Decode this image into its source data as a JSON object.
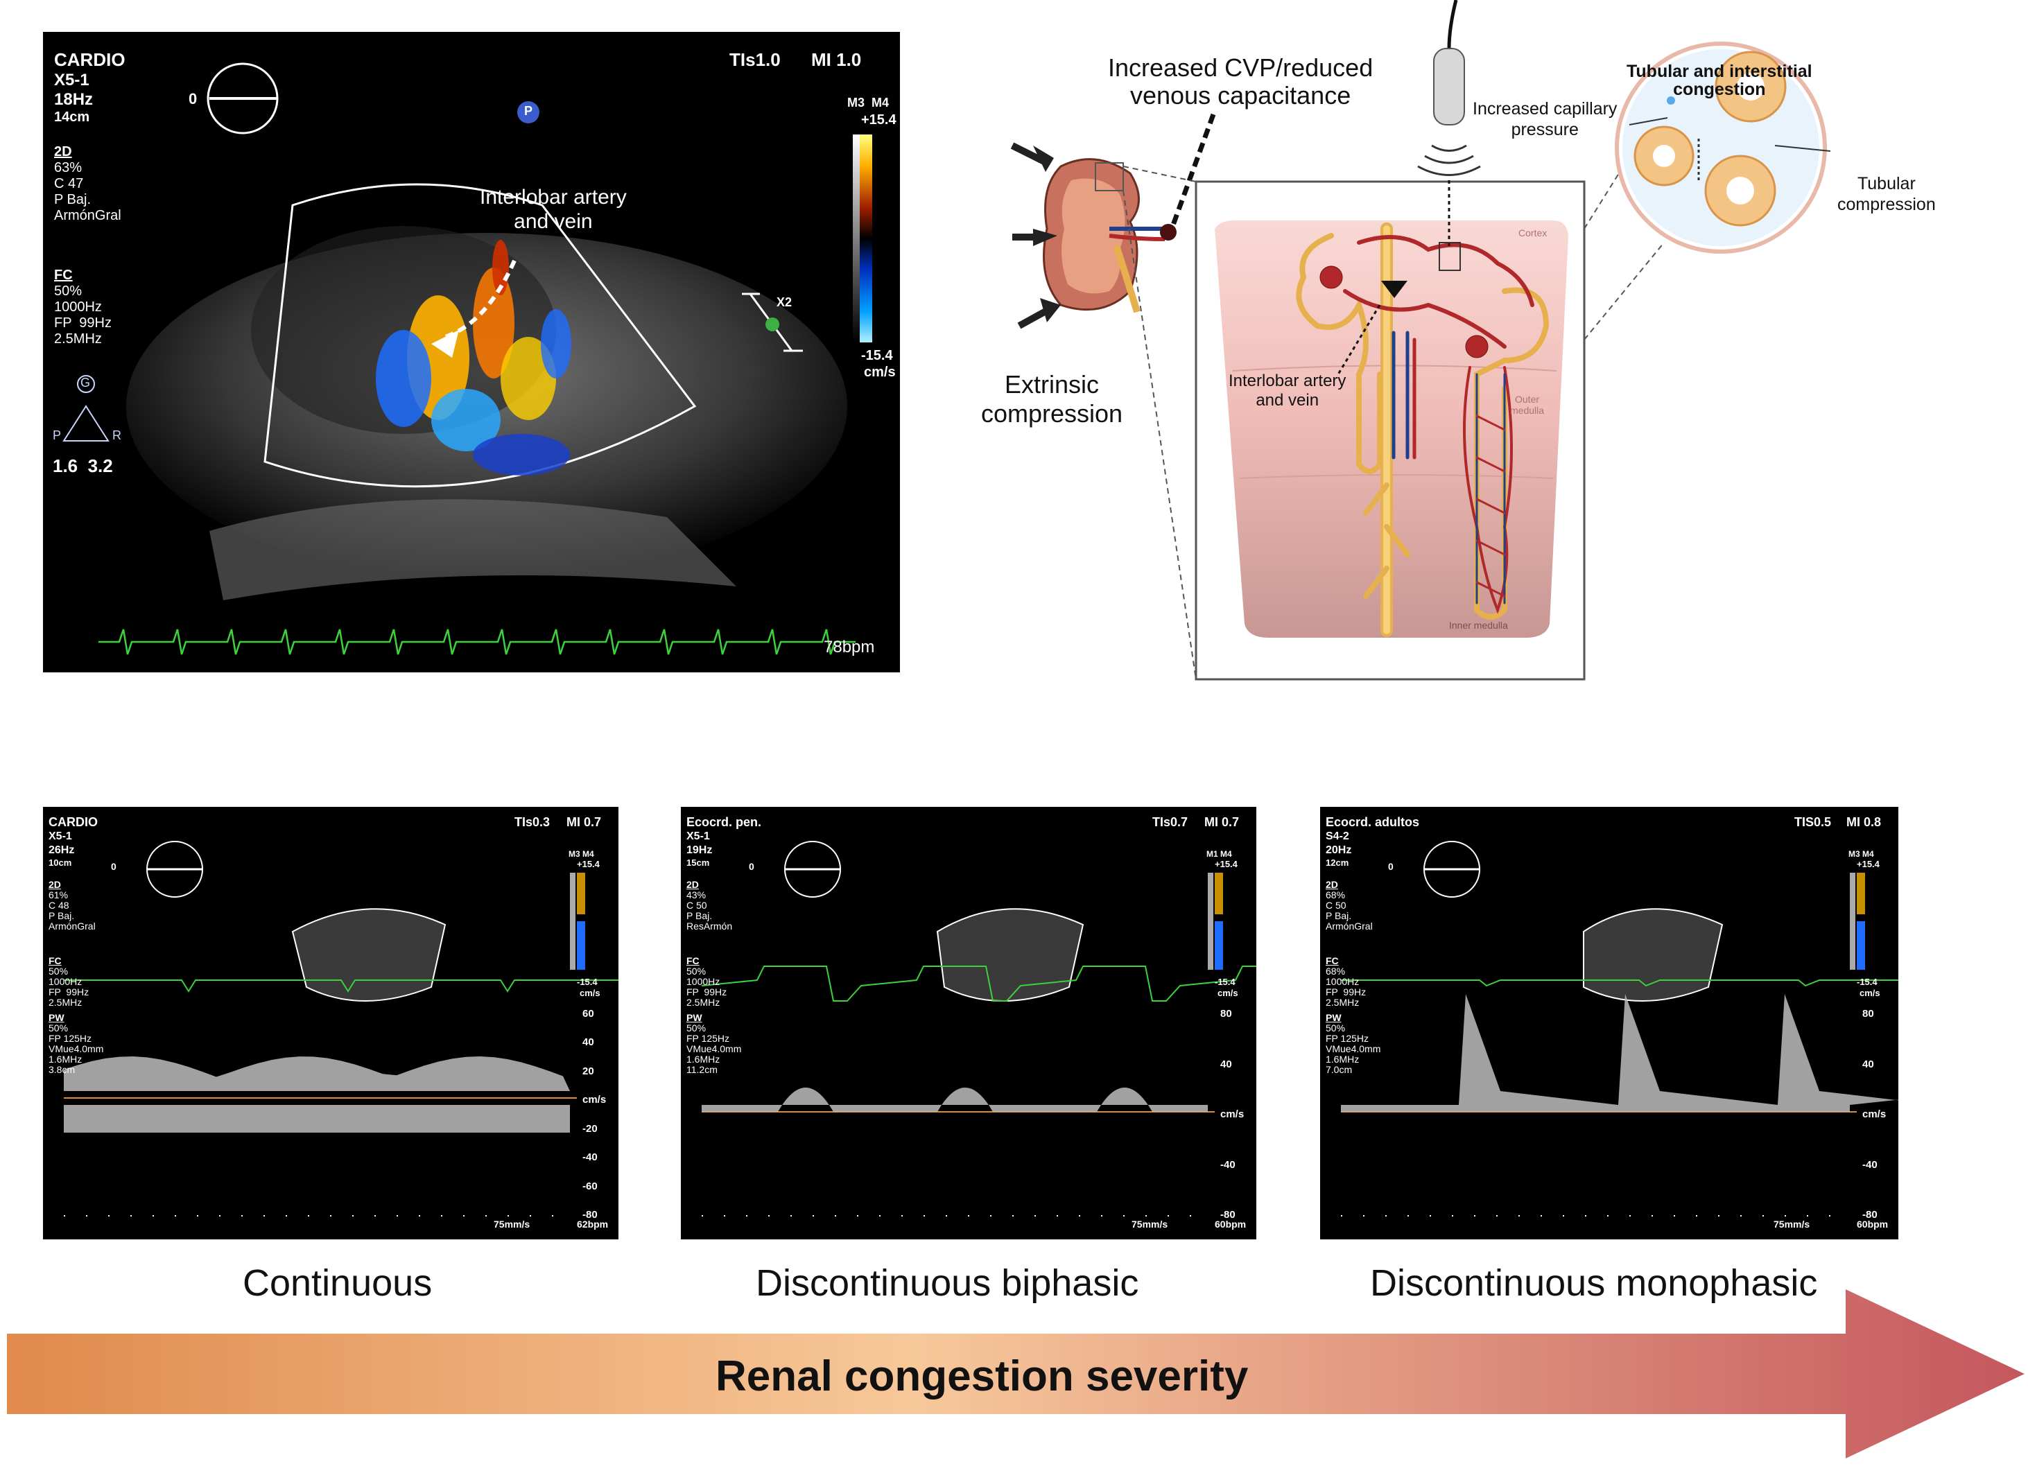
{
  "main_scan": {
    "mode": "CARDIO",
    "probe": "X5-1",
    "frame_rate": "18Hz",
    "depth": "14cm",
    "params_2d": [
      "2D",
      "63%",
      "C 47",
      "P Baj.",
      "ArmónGral"
    ],
    "params_fc": [
      "FC",
      "50%",
      "1000Hz",
      "FP  99Hz",
      "2.5MHz"
    ],
    "tis": "TIs1.0",
    "mi": "MI 1.0",
    "scale_top_label": "M3  M4",
    "scale_max": "+15.4",
    "scale_min": "-15.4",
    "scale_unit": "cm/s",
    "zero": "0",
    "focus_label": "X2",
    "gain_labels": [
      "G",
      "P",
      "R"
    ],
    "gain_values": "1.6  3.2",
    "probe_marker": "P",
    "annotation": "Interlobar artery\nand vein",
    "heart_rate": "78bpm"
  },
  "diagram": {
    "cvp_label": "Increased CVP/reduced\nvenous capacitance",
    "extrinsic_label": "Extrinsic\ncompression",
    "interlobar_label": "Interlobar artery\nand vein",
    "cortex_label": "Cortex",
    "outer_medulla_label": "Outer\nmedulla",
    "inner_medulla_label": "Inner medulla",
    "tubular_title": "Tubular and interstitial\ncongestion",
    "capillary_label": "Increased capillary\npressure",
    "tubular_compression_label": "Tubular\ncompression"
  },
  "doppler_panels": [
    {
      "header": "CARDIO",
      "probe": "X5-1",
      "rate": "26Hz",
      "depth": "10cm",
      "tis": "TIs0.3",
      "mi": "MI 0.7",
      "p2d": [
        "2D",
        "61%",
        "C 48",
        "P Baj.",
        "ArmónGral"
      ],
      "fc": [
        "FC",
        "50%",
        "1000Hz",
        "FP  99Hz",
        "2.5MHz"
      ],
      "pw": [
        "PW",
        "50%",
        "FP 125Hz",
        "VMue4.0mm",
        "1.6MHz",
        "3.8cm"
      ],
      "scale_top": "M3 M4",
      "scale_max": "+15.4",
      "scale_min": "-15.4",
      "scale_unit": "cm/s",
      "zero": "0",
      "axis_ticks": [
        "60",
        "40",
        "20",
        "cm/s",
        "-20",
        "-40",
        "-60",
        "-80"
      ],
      "sweep": "75mm/s",
      "bpm": "62bpm",
      "caption": "Continuous"
    },
    {
      "header": "Ecocrd. pen.",
      "probe": "X5-1",
      "rate": "19Hz",
      "depth": "15cm",
      "tis": "TIs0.7",
      "mi": "MI 0.7",
      "p2d": [
        "2D",
        "43%",
        "C 50",
        "P Baj.",
        "ResArmón"
      ],
      "fc": [
        "FC",
        "50%",
        "1000Hz",
        "FP  99Hz",
        "2.5MHz"
      ],
      "pw": [
        "PW",
        "50%",
        "FP 125Hz",
        "VMue4.0mm",
        "1.6MHz",
        "11.2cm"
      ],
      "scale_top": "M1 M4",
      "scale_max": "+15.4",
      "scale_min": "-15.4",
      "scale_unit": "cm/s",
      "zero": "0",
      "axis_ticks": [
        "80",
        "40",
        "cm/s",
        "-40",
        "-80"
      ],
      "sweep": "75mm/s",
      "bpm": "60bpm",
      "caption": "Discontinuous biphasic"
    },
    {
      "header": "Ecocrd. adultos",
      "probe": "S4-2",
      "rate": "20Hz",
      "depth": "12cm",
      "tis": "TIS0.5",
      "mi": "MI 0.8",
      "p2d": [
        "2D",
        "68%",
        "C 50",
        "P Baj.",
        "ArmónGral"
      ],
      "fc": [
        "FC",
        "68%",
        "1000Hz",
        "FP  99Hz",
        "2.5MHz"
      ],
      "pw": [
        "PW",
        "50%",
        "FP 125Hz",
        "VMue4.0mm",
        "1.6MHz",
        "7.0cm"
      ],
      "scale_top": "M3 M4",
      "scale_max": "+15.4",
      "scale_min": "-15.4",
      "scale_unit": "cm/s",
      "zero": "0",
      "axis_ticks": [
        "80",
        "40",
        "cm/s",
        "-40",
        "-80"
      ],
      "sweep": "75mm/s",
      "bpm": "60bpm",
      "caption": "Discontinuous monophasic"
    }
  ],
  "severity_arrow": {
    "label": "Renal congestion severity",
    "color_start": "#e08a4c",
    "color_mid": "#f7c89a",
    "color_end": "#c4575e"
  }
}
